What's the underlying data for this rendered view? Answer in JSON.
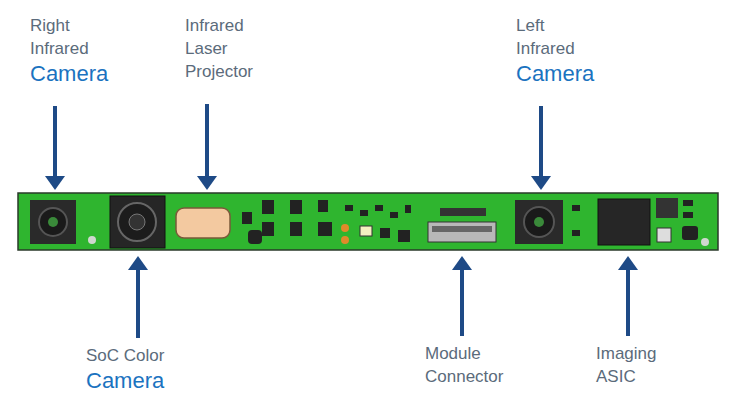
{
  "diagram": {
    "labels": [
      "Right Infrared Camera",
      "Infrared Laser Projector",
      "Left Infrared Camera",
      "SoC Color Camera",
      "Module Connector",
      "Imaging ASIC"
    ]
  }
}
